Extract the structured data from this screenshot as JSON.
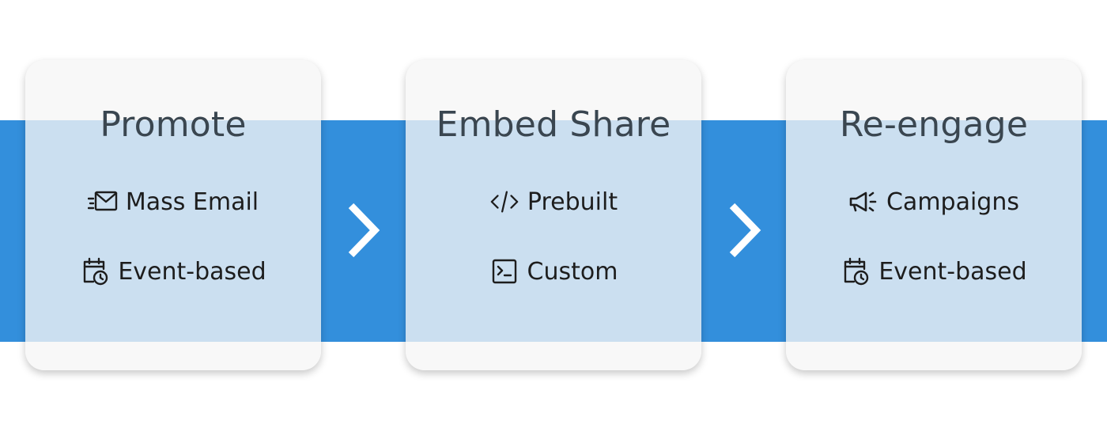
{
  "steps": [
    {
      "title": "Promote",
      "items": [
        {
          "label": "Mass Email",
          "icon": "mail-send-icon"
        },
        {
          "label": "Event-based",
          "icon": "calendar-clock-icon"
        }
      ]
    },
    {
      "title": "Embed Share",
      "items": [
        {
          "label": "Prebuilt",
          "icon": "code-icon"
        },
        {
          "label": "Custom",
          "icon": "terminal-icon"
        }
      ]
    },
    {
      "title": "Re-engage",
      "items": [
        {
          "label": "Campaigns",
          "icon": "megaphone-icon"
        },
        {
          "label": "Event-based",
          "icon": "calendar-clock-icon"
        }
      ]
    }
  ],
  "colors": {
    "band": "#338fdc",
    "card": "#f6f6f6",
    "title": "#3a4650",
    "chevron": "#ffffff"
  }
}
